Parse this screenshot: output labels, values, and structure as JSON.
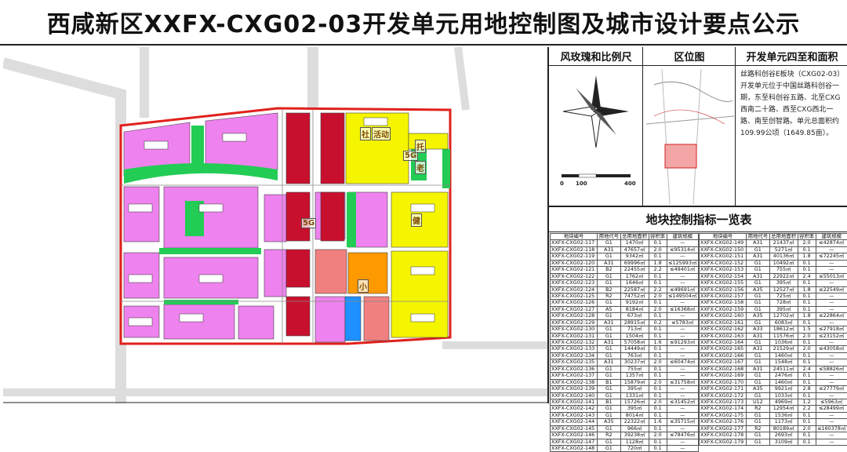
{
  "title": "西咸新区XXFX-CXG02-03开发单元用地控制图及城市设计要点公示",
  "headers": {
    "compass": "风玫瑰和比例尺",
    "location": "区位图",
    "boundary": "开发单元四至和面积"
  },
  "scale": {
    "zero": "0",
    "mid": "100",
    "max": "400"
  },
  "description": "丝路科创谷E板块（CXG02-03）开发单元位于中国丝路科创谷一期，东至科创谷五路、北至CXG西南二十路、西至CXG西北一路、南至创智路。单元总面积约109.99公顷（1649.85亩）。",
  "table_title": "地块控制指标一览表",
  "columns": [
    "地块编号",
    "用地代号",
    "总用地面积",
    "容积率",
    "建筑规模"
  ],
  "rows_left": [
    [
      "XXFX-CXG02-117",
      "G1",
      "1470㎡",
      "0.1",
      "—"
    ],
    [
      "XXFX-CXG02-118",
      "A31",
      "47657㎡",
      "2.0",
      "≤95314㎡"
    ],
    [
      "XXFX-CXG02-119",
      "G1",
      "9342㎡",
      "0.1",
      "—"
    ],
    [
      "XXFX-CXG02-120",
      "A31",
      "69996㎡",
      "1.8",
      "≤125993㎡"
    ],
    [
      "XXFX-CXG02-121",
      "B2",
      "22455㎡",
      "2.2",
      "≤49401㎡"
    ],
    [
      "XXFX-CXG02-122",
      "G1",
      "1762㎡",
      "0.1",
      "—"
    ],
    [
      "XXFX-CXG02-123",
      "G1",
      "1646㎡",
      "0.1",
      "—"
    ],
    [
      "XXFX-CXG02-124",
      "B2",
      "22587㎡",
      "2.2",
      "≤49691㎡"
    ],
    [
      "XXFX-CXG02-125",
      "R2",
      "74752㎡",
      "2.0",
      "≤149504㎡"
    ],
    [
      "XXFX-CXG02-126",
      "G1",
      "9192㎡",
      "0.1",
      "—"
    ],
    [
      "XXFX-CXG02-127",
      "A5",
      "8184㎡",
      "2.0",
      "≤16368㎡"
    ],
    [
      "XXFX-CXG02-128",
      "G1",
      "673㎡",
      "0.1",
      "—"
    ],
    [
      "XXFX-CXG02-129",
      "A31",
      "28915㎡",
      "0.2",
      "≤5783㎡"
    ],
    [
      "XXFX-CXG02-130",
      "G1",
      "713㎡",
      "0.1",
      "—"
    ],
    [
      "XXFX-CXG02-131",
      "G1",
      "1504㎡",
      "0.1",
      "—"
    ],
    [
      "XXFX-CXG02-132",
      "A31",
      "57058㎡",
      "1.6",
      "≤91293㎡"
    ],
    [
      "XXFX-CXG02-133",
      "G1",
      "14449㎡",
      "0.1",
      "—"
    ],
    [
      "XXFX-CXG02-134",
      "G1",
      "763㎡",
      "0.1",
      "—"
    ],
    [
      "XXFX-CXG02-135",
      "A31",
      "30237㎡",
      "2.0",
      "≤60474㎡"
    ],
    [
      "XXFX-CXG02-136",
      "G1",
      "755㎡",
      "0.1",
      "—"
    ],
    [
      "XXFX-CXG02-137",
      "G1",
      "1357㎡",
      "0.1",
      "—"
    ],
    [
      "XXFX-CXG02-138",
      "B1",
      "15879㎡",
      "2.0",
      "≤31758㎡"
    ],
    [
      "XXFX-CXG02-139",
      "G1",
      "395㎡",
      "0.1",
      "—"
    ],
    [
      "XXFX-CXG02-140",
      "G1",
      "1331㎡",
      "0.1",
      "—"
    ],
    [
      "XXFX-CXG02-141",
      "B1",
      "15726㎡",
      "2.0",
      "≤31452㎡"
    ],
    [
      "XXFX-CXG02-142",
      "G1",
      "395㎡",
      "0.1",
      "—"
    ],
    [
      "XXFX-CXG02-143",
      "G1",
      "8014㎡",
      "0.1",
      "—"
    ],
    [
      "XXFX-CXG02-144",
      "A35",
      "22322㎡",
      "1.6",
      "≤35715㎡"
    ],
    [
      "XXFX-CXG02-145",
      "G1",
      "966㎡",
      "0.1",
      "—"
    ],
    [
      "XXFX-CXG02-146",
      "R2",
      "39238㎡",
      "2.0",
      "≤78476㎡"
    ],
    [
      "XXFX-CXG02-147",
      "G1",
      "1128㎡",
      "0.1",
      "—"
    ],
    [
      "XXFX-CXG02-148",
      "G1",
      "720㎡",
      "0.1",
      "—"
    ]
  ],
  "rows_right": [
    [
      "XXFX-CXG02-149",
      "A31",
      "21437㎡",
      "2.0",
      "≤42874㎡"
    ],
    [
      "XXFX-CXG02-150",
      "G1",
      "5271㎡",
      "0.1",
      "—"
    ],
    [
      "XXFX-CXG02-151",
      "A31",
      "40136㎡",
      "1.8",
      "≤72245㎡"
    ],
    [
      "XXFX-CXG02-152",
      "G1",
      "10492㎡",
      "0.1",
      "—"
    ],
    [
      "XXFX-CXG02-153",
      "G1",
      "755㎡",
      "0.1",
      "—"
    ],
    [
      "XXFX-CXG02-154",
      "A31",
      "22922㎡",
      "2.4",
      "≤55013㎡"
    ],
    [
      "XXFX-CXG02-155",
      "G1",
      "395㎡",
      "0.1",
      "—"
    ],
    [
      "XXFX-CXG02-156",
      "A35",
      "12527㎡",
      "1.8",
      "≤22549㎡"
    ],
    [
      "XXFX-CXG02-157",
      "G1",
      "725㎡",
      "0.1",
      "—"
    ],
    [
      "XXFX-CXG02-158",
      "G1",
      "728㎡",
      "0.1",
      "—"
    ],
    [
      "XXFX-CXG02-159",
      "G1",
      "395㎡",
      "0.1",
      "—"
    ],
    [
      "XXFX-CXG02-160",
      "A35",
      "12702㎡",
      "1.8",
      "≤22864㎡"
    ],
    [
      "XXFX-CXG02-161",
      "G1",
      "6083㎡",
      "0.1",
      "—"
    ],
    [
      "XXFX-CXG02-162",
      "A33",
      "18612㎡",
      "1.5",
      "≤27918㎡"
    ],
    [
      "XXFX-CXG02-163",
      "A31",
      "11576㎡",
      "2.0",
      "≤23152㎡"
    ],
    [
      "XXFX-CXG02-164",
      "G1",
      "1036㎡",
      "0.1",
      "—"
    ],
    [
      "XXFX-CXG02-165",
      "A31",
      "21529㎡",
      "2.0",
      "≤43058㎡"
    ],
    [
      "XXFX-CXG02-166",
      "G1",
      "1460㎡",
      "0.1",
      "—"
    ],
    [
      "XXFX-CXG02-167",
      "G1",
      "1548㎡",
      "0.1",
      "—"
    ],
    [
      "XXFX-CXG02-168",
      "A31",
      "24511㎡",
      "2.4",
      "≤58826㎡"
    ],
    [
      "XXFX-CXG02-169",
      "G1",
      "2476㎡",
      "0.1",
      "—"
    ],
    [
      "XXFX-CXG02-170",
      "G1",
      "1460㎡",
      "0.1",
      "—"
    ],
    [
      "XXFX-CXG02-171",
      "A35",
      "9921㎡",
      "2.8",
      "≤27779㎡"
    ],
    [
      "XXFX-CXG02-172",
      "G1",
      "1033㎡",
      "0.1",
      "—"
    ],
    [
      "XXFX-CXG02-173",
      "U12",
      "4969㎡",
      "1.2",
      "≤5963㎡"
    ],
    [
      "XXFX-CXG02-174",
      "R2",
      "12954㎡",
      "2.2",
      "≤28499㎡"
    ],
    [
      "XXFX-CXG02-175",
      "G1",
      "1536㎡",
      "0.1",
      "—"
    ],
    [
      "XXFX-CXG02-176",
      "G1",
      "1173㎡",
      "0.1",
      "—"
    ],
    [
      "XXFX-CXG02-177",
      "R2",
      "80189㎡",
      "2.0",
      "≤160378㎡"
    ],
    [
      "XXFX-CXG02-178",
      "G1",
      "2693㎡",
      "0.1",
      "—"
    ],
    [
      "XXFX-CXG02-179",
      "G1",
      "3109㎡",
      "0.1",
      "—"
    ]
  ],
  "map_labels": {
    "school1": "社",
    "school2": "5G",
    "park": "活动",
    "small": "小",
    "health": "健",
    "lbl_a": "5G",
    "lbl_b": "托",
    "lbl_c": "老"
  },
  "colors": {
    "research": "#ee82ee",
    "commercial": "#c8102e",
    "residential": "#f5f500",
    "green": "#22cc55",
    "boundary": "#e0201c",
    "school": "#f08080",
    "utility": "#1e90ff",
    "education": "#ff9900"
  }
}
